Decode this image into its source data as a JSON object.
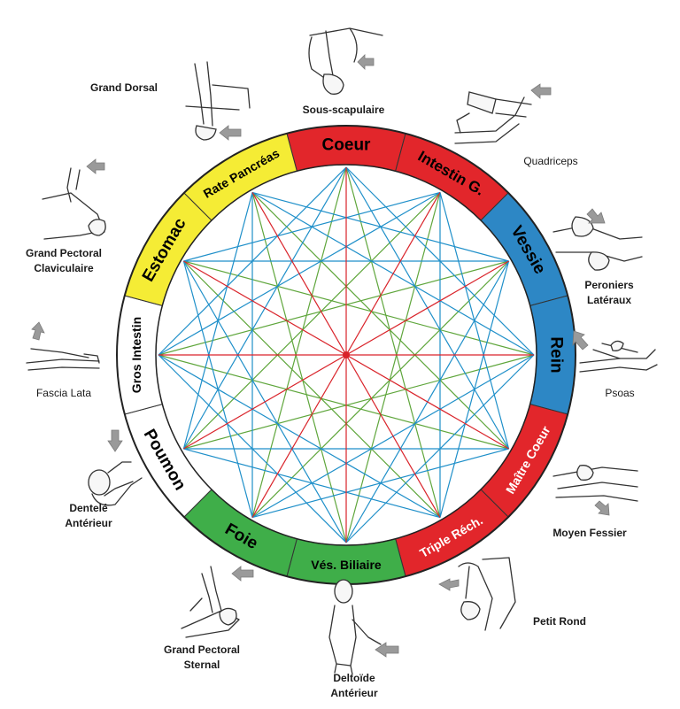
{
  "wheel": {
    "segments": [
      {
        "label": "Coeur",
        "color": "#e2262b",
        "text_color": "#000000"
      },
      {
        "label": "Intestin G.",
        "color": "#e2262b",
        "text_color": "#000000"
      },
      {
        "label": "Vessie",
        "color": "#2d87c5",
        "text_color": "#000000"
      },
      {
        "label": "Rein",
        "color": "#2d87c5",
        "text_color": "#000000"
      },
      {
        "label": "Maître Coeur",
        "color": "#e2262b",
        "text_color": "#ffffff"
      },
      {
        "label": "Triple Réch.",
        "color": "#e2262b",
        "text_color": "#ffffff"
      },
      {
        "label": "Vés. Biliaire",
        "color": "#3fae49",
        "text_color": "#000000"
      },
      {
        "label": "Foie",
        "color": "#3fae49",
        "text_color": "#000000"
      },
      {
        "label": "Poumon",
        "color": "#ffffff",
        "text_color": "#000000"
      },
      {
        "label": "Gros Intestin",
        "color": "#ffffff",
        "text_color": "#000000"
      },
      {
        "label": "Estomac",
        "color": "#f5ec35",
        "text_color": "#000000"
      },
      {
        "label": "Rate Pancréas",
        "color": "#f5ec35",
        "text_color": "#000000"
      }
    ],
    "star_colors": {
      "red": "#d9232a",
      "green": "#5fa63c",
      "blue": "#1e8fc9"
    }
  },
  "muscles": [
    {
      "id": "sous-scapulaire",
      "lines": [
        "Sous-scapulaire"
      ],
      "bold": true
    },
    {
      "id": "quadriceps",
      "lines": [
        "Quadriceps"
      ],
      "bold": false
    },
    {
      "id": "peroniers-lateraux",
      "lines": [
        "Peroniers",
        "Latéraux"
      ],
      "bold": true
    },
    {
      "id": "psoas",
      "lines": [
        "Psoas"
      ],
      "bold": false
    },
    {
      "id": "moyen-fessier",
      "lines": [
        "Moyen Fessier"
      ],
      "bold": true
    },
    {
      "id": "petit-rond",
      "lines": [
        "Petit Rond"
      ],
      "bold": true
    },
    {
      "id": "deltoide-anterieur",
      "lines": [
        "Deltoïde",
        "Antérieur"
      ],
      "bold": true
    },
    {
      "id": "grand-pectoral-sternal",
      "lines": [
        "Grand Pectoral",
        "Sternal"
      ],
      "bold": true
    },
    {
      "id": "dentele-anterieur",
      "lines": [
        "Dentelé",
        "Antérieur"
      ],
      "bold": true
    },
    {
      "id": "fascia-lata",
      "lines": [
        "Fascia Lata"
      ],
      "bold": false
    },
    {
      "id": "grand-pectoral-claviculaire",
      "lines": [
        "Grand Pectoral",
        "Claviculaire"
      ],
      "bold": true
    },
    {
      "id": "grand-dorsal",
      "lines": [
        "Grand Dorsal"
      ],
      "bold": true
    }
  ]
}
